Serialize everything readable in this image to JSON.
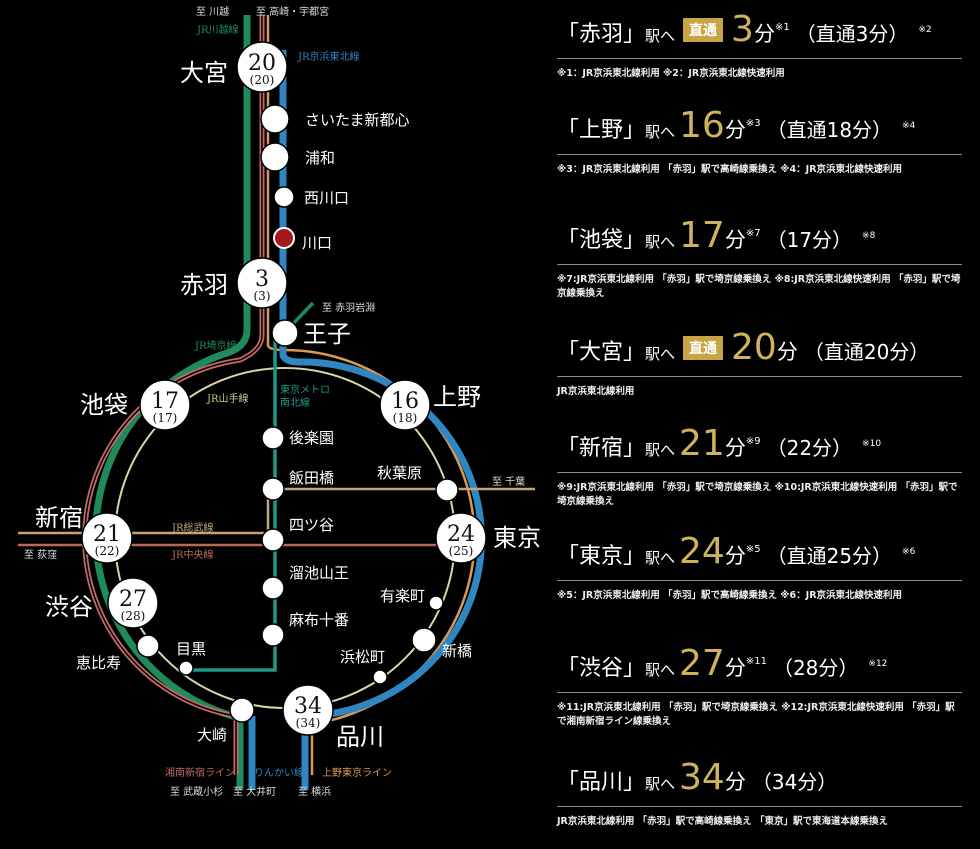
{
  "map": {
    "colors": {
      "saikyo": "#1f8a5a",
      "shonan": "#c46a6a",
      "yamanote": "#d9d7a6",
      "keihin": "#2f86c1",
      "ueno_tokyo": "#d99a55",
      "namboku": "#1f9a8a",
      "sobu": "#c8a37a",
      "chuo": "#b86a5a",
      "highlight": "#a3191e"
    },
    "destinations": {
      "kawagoe": "至 川越",
      "takasaki": "至 高崎・宇都宮",
      "akabane_iwabuchi": "至 赤羽岩淵",
      "chiba": "至 千葉",
      "ogikubo": "至 荻窪",
      "musashikosugi": "至 武蔵小杉",
      "oimachi": "至 大井町",
      "yokohama": "至 横浜"
    },
    "line_labels": {
      "kawagoe": "JR川越線",
      "keihin": "JR京浜東北線",
      "saikyo": "JR埼京線",
      "yamanote": "JR山手線",
      "namboku": "東京メトロ\n南北線",
      "namboku1": "東京メトロ",
      "namboku2": "南北線",
      "sobu": "JR総武線",
      "chuo": "JR中央線",
      "shonan": "湘南新宿ライン",
      "rinkai": "りんかい線",
      "ueno_tokyo": "上野東京ライン"
    },
    "stations": {
      "omiya": {
        "name": "大宮",
        "time": "20",
        "alt": "(20)"
      },
      "saitama": {
        "name": "さいたま新都心"
      },
      "urawa": {
        "name": "浦和"
      },
      "nishikawaguchi": {
        "name": "西川口"
      },
      "kawaguchi": {
        "name": "川口"
      },
      "akabane": {
        "name": "赤羽",
        "time": "3",
        "alt": "(3)"
      },
      "oji": {
        "name": "王子"
      },
      "ikebukuro": {
        "name": "池袋",
        "time": "17",
        "alt": "(17)"
      },
      "ueno": {
        "name": "上野",
        "time": "16",
        "alt": "(18)"
      },
      "korakuen": {
        "name": "後楽園"
      },
      "iidabashi": {
        "name": "飯田橋"
      },
      "akihabara": {
        "name": "秋葉原"
      },
      "yotsuya": {
        "name": "四ツ谷"
      },
      "shinjuku": {
        "name": "新宿",
        "time": "21",
        "alt": "(22)"
      },
      "tokyo": {
        "name": "東京",
        "time": "24",
        "alt": "(25)"
      },
      "tameike": {
        "name": "溜池山王"
      },
      "yurakucho": {
        "name": "有楽町"
      },
      "shibuya": {
        "name": "渋谷",
        "time": "27",
        "alt": "(28)"
      },
      "azabu": {
        "name": "麻布十番"
      },
      "ebisu": {
        "name": "恵比寿"
      },
      "meguro": {
        "name": "目黒"
      },
      "shimbashi": {
        "name": "新橋"
      },
      "hamamatsucho": {
        "name": "浜松町"
      },
      "osaki": {
        "name": "大崎"
      },
      "shinagawa": {
        "name": "品川",
        "time": "34",
        "alt": "(34)"
      }
    }
  },
  "panel": {
    "accent": "#cfb35c",
    "entries": [
      {
        "dest": "「赤羽」",
        "he": "駅へ",
        "badge": "直通",
        "mins": "3",
        "fun": "分",
        "sup": "※1",
        "paren": "（直通3分）",
        "sup2": "※2",
        "note": "※1：JR京浜東北線利用 ※2：JR京浜東北線快速利用"
      },
      {
        "dest": "「上野」",
        "he": "駅へ",
        "badge": "",
        "mins": "16",
        "fun": "分",
        "sup": "※3",
        "paren": "（直通18分）",
        "sup2": "※4",
        "note": "※3：JR京浜東北線利用 「赤羽」駅で高崎線乗換え ※4：JR京浜東北線快速利用"
      },
      {
        "dest": "「池袋」",
        "he": "駅へ",
        "badge": "",
        "mins": "17",
        "fun": "分",
        "sup": "※7",
        "paren": "（17分）",
        "sup2": "※8",
        "note": "※7:JR京浜東北線利用 「赤羽」駅で埼京線乗換え ※8:JR京浜東北線快速利用 「赤羽」駅で埼京線乗換え"
      },
      {
        "dest": "「大宮」",
        "he": "駅へ",
        "badge": "直通",
        "mins": "20",
        "fun": "分",
        "sup": "",
        "paren": "（直通20分）",
        "sup2": "",
        "note": "JR京浜東北線利用"
      },
      {
        "dest": "「新宿」",
        "he": "駅へ",
        "badge": "",
        "mins": "21",
        "fun": "分",
        "sup": "※9",
        "paren": "（22分）",
        "sup2": "※10",
        "note": "※9:JR京浜東北線利用 「赤羽」駅で埼京線乗換え ※10:JR京浜東北線快速利用 「赤羽」駅で埼京線乗換え"
      },
      {
        "dest": "「東京」",
        "he": "駅へ",
        "badge": "",
        "mins": "24",
        "fun": "分",
        "sup": "※5",
        "paren": "（直通25分）",
        "sup2": "※6",
        "note": "※5：JR京浜東北線利用 「赤羽」駅で高崎線乗換え ※6：JR京浜東北線快速利用"
      },
      {
        "dest": "「渋谷」",
        "he": "駅へ",
        "badge": "",
        "mins": "27",
        "fun": "分",
        "sup": "※11",
        "paren": "（28分）",
        "sup2": "※12",
        "note": "※11:JR京浜東北線利用 「赤羽」駅で埼京線乗換え ※12:JR京浜東北線快速利用 「赤羽」駅で湘南新宿ライン線乗換え"
      },
      {
        "dest": "「品川」",
        "he": "駅へ",
        "badge": "",
        "mins": "34",
        "fun": "分",
        "sup": "",
        "paren": "（34分）",
        "sup2": "",
        "note": "JR京浜東北線利用 「赤羽」駅で高崎線乗換え 「東京」駅で東海道本線乗換え"
      }
    ]
  }
}
